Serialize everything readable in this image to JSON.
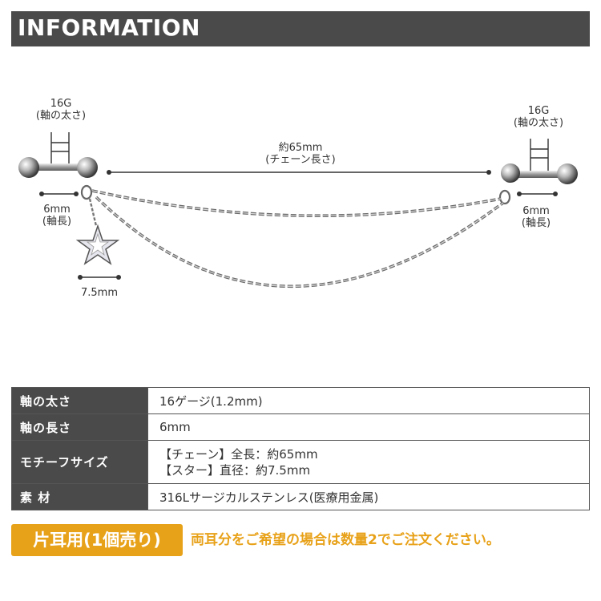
{
  "header": {
    "title": "INFORMATION"
  },
  "colors": {
    "header_bg": "#4a4a4a",
    "header_text": "#ffffff",
    "accent": "#e8a21a",
    "table_label_bg": "#4a4a4a"
  },
  "figure": {
    "gauge_left": "16G",
    "gauge_left_sub": "(軸の太さ)",
    "gauge_right": "16G",
    "gauge_right_sub": "(軸の太さ)",
    "chain_length": "約65mm",
    "chain_length_sub": "(チェーン長さ)",
    "shaft_left": "6mm",
    "shaft_left_sub": "(軸長)",
    "shaft_right": "6mm",
    "shaft_right_sub": "(軸長)",
    "star_size": "7.5mm"
  },
  "specs": {
    "rows": [
      {
        "label": "軸の太さ",
        "values": [
          "16ゲージ(1.2mm)"
        ]
      },
      {
        "label": "軸の長さ",
        "values": [
          "6mm"
        ]
      },
      {
        "label": "モチーフサイズ",
        "values": [
          "【チェーン】全長：約65mm",
          "【スター】直径：約7.5mm"
        ]
      },
      {
        "label": "素 材",
        "values": [
          "316Lサージカルステンレス(医療用金属)"
        ]
      }
    ]
  },
  "footer": {
    "badge": "片耳用(1個売り)",
    "note": "両耳分をご希望の場合は数量2でご注文ください。"
  }
}
